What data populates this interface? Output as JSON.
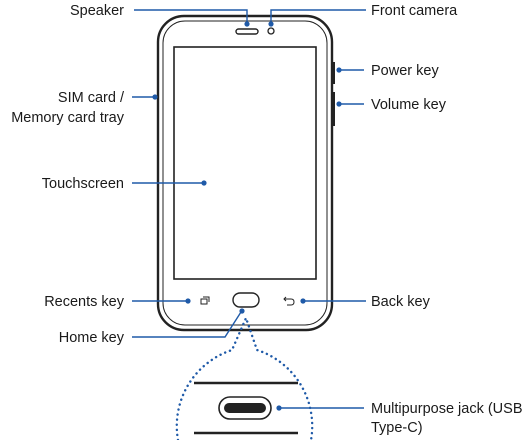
{
  "labels": {
    "speaker": "Speaker",
    "front_camera": "Front camera",
    "power_key": "Power key",
    "sim_line1": "SIM card /",
    "sim_line2": "Memory card tray",
    "volume_key": "Volume key",
    "touchscreen": "Touchscreen",
    "recents_key": "Recents key",
    "back_key": "Back key",
    "home_key": "Home key",
    "jack_line1": "Multipurpose jack (USB",
    "jack_line2": "Type-C)"
  },
  "colors": {
    "callout": "#1f5aa8",
    "outline": "#222222",
    "text": "#1a1a1a"
  },
  "icons": {
    "recents": "recents-icon",
    "back": "back-icon",
    "home": "home-button",
    "camera": "camera-lens",
    "speaker": "speaker-grille",
    "usb": "usb-c-port"
  }
}
